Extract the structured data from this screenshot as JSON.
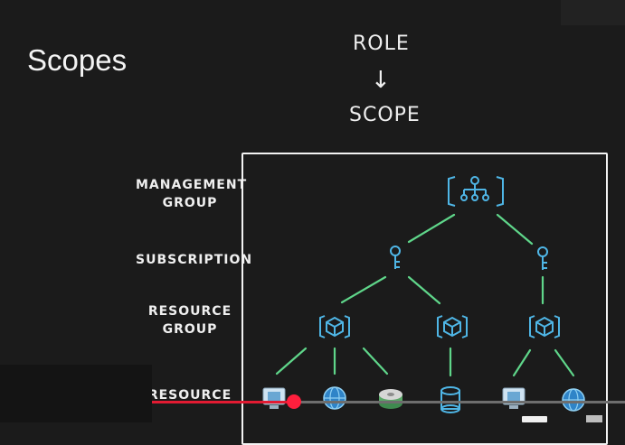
{
  "slide": {
    "title": "Scopes",
    "role": "ROLE",
    "arrow": "↓",
    "scope": "SCOPE"
  },
  "levels": {
    "management_group": "MANAGEMENT GROUP",
    "subscription": "SUBSCRIPTION",
    "resource_group": "RESOURCE GROUP",
    "resource": "RESOURCE"
  },
  "colors": {
    "icon_blue": "#4fb6e6",
    "line_green": "#5fd68a",
    "progress_red": "#e21b32"
  },
  "icons": {
    "management_group": "hierarchy-icon",
    "subscription": "key-icon",
    "resource_group": "cube-icon",
    "resources": [
      "virtual-machine-icon",
      "globe-icon",
      "disk-icon",
      "database-icon",
      "virtual-machine-icon",
      "globe-icon"
    ]
  },
  "player": {
    "progress_fraction": 0.3
  }
}
